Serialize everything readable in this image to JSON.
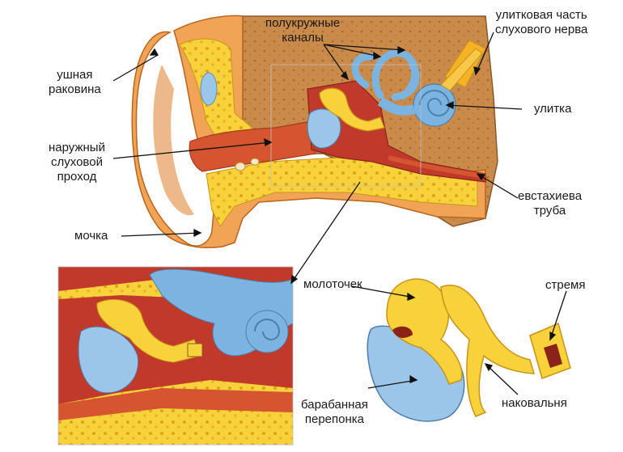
{
  "labels": {
    "pinna": [
      "ушная",
      "раковина"
    ],
    "ear_canal": [
      "наружный",
      "слуховой",
      "проход"
    ],
    "lobe": "мочка",
    "semicircular": [
      "полукружные",
      "каналы"
    ],
    "cochlear_nerve": [
      "улитковая часть",
      "слухового нерва"
    ],
    "cochlea": "улитка",
    "eustachian": [
      "евстахиева",
      "труба"
    ],
    "malleus": "молоточек",
    "stapes": "стремя",
    "tympanic": [
      "барабанная",
      "перепонка"
    ],
    "incus": "наковальня"
  },
  "colors": {
    "skin": "#f2a456",
    "skin_dark": "#e07f2a",
    "bone": "#f7d23a",
    "bone_spot": "#e0a21a",
    "cranial": "#c98a4a",
    "canal": "#d4552f",
    "middle_ear": "#c0392b",
    "inner_ear": "#7bb4e0",
    "membrane": "#9cc5ea",
    "nerve": "#f5b323"
  }
}
